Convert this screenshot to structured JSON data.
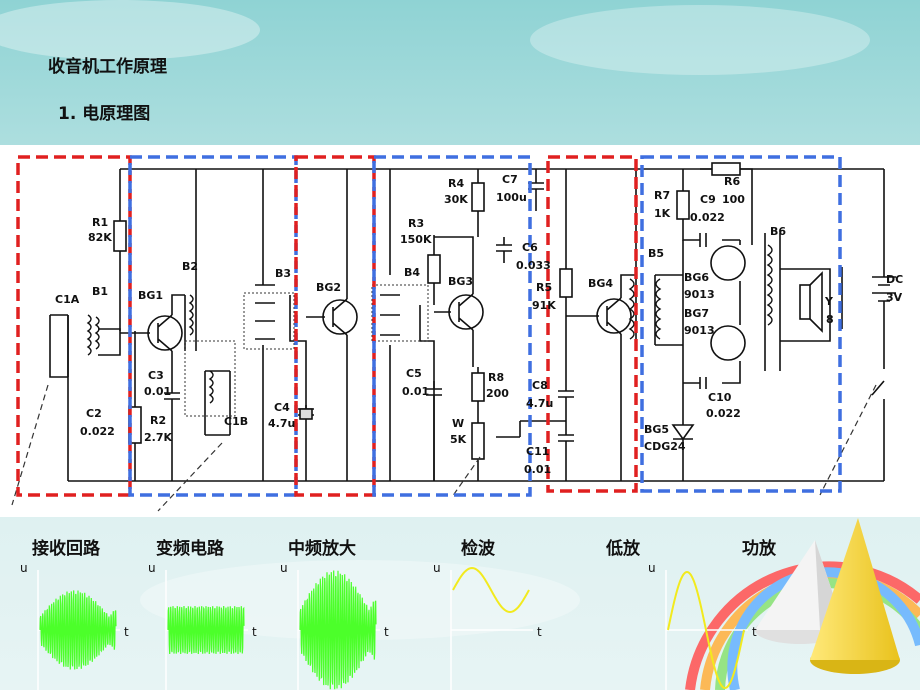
{
  "slide": {
    "title": "收音机工作原理",
    "subtitle": "1. 电原理图"
  },
  "colors": {
    "frame_red": "#e02020",
    "frame_blue": "#3f6fe0",
    "wave_green": "#4cff2a",
    "wave_yellow": "#f2ea1e",
    "background": "#cfe9ea"
  },
  "circuit": {
    "transistors": [
      "BG1",
      "BG2",
      "BG3",
      "BG4",
      "BG6",
      "BG7"
    ],
    "transistor_types": {
      "bg6": "9013",
      "bg7": "9013"
    },
    "coils": {
      "b1": "B1",
      "b2": "B2",
      "b3": "B3",
      "b4": "B4",
      "b5": "B5",
      "b6": "B6"
    },
    "caps": {
      "c1a": "C1A",
      "c1b": "C1B",
      "c2": "C2",
      "c2_val": "0.022",
      "c3": "C3",
      "c3_val": "0.01",
      "c4": "C4",
      "c4_val": "4.7u",
      "c5": "C5",
      "c5_val": "0.01",
      "c6": "C6",
      "c6_val": "0.033",
      "c7": "C7",
      "c7_val": "100u",
      "c8": "C8",
      "c8_val": "4.7u",
      "c9": "C9",
      "c9_val": "0.022",
      "c10": "C10",
      "c10_val": "0.022",
      "c11": "C11",
      "c11_val": "0.01"
    },
    "resistors": {
      "r1": "R1",
      "r1_val": "82K",
      "r2": "R2",
      "r2_val": "2.7K",
      "r3": "R3",
      "r3_val": "150K",
      "r4": "R4",
      "r4_val": "30K",
      "r5": "R5",
      "r5_val": "91K",
      "r6": "R6",
      "r6_val": "100",
      "r7": "R7",
      "r7_val": "1K",
      "r8": "R8",
      "r8_val": "200"
    },
    "pot": {
      "name": "W",
      "value": "5K"
    },
    "diode": {
      "name": "BG5",
      "type": "CDG24"
    },
    "speaker": {
      "name": "Y",
      "value": "8"
    },
    "battery": {
      "name": "DC",
      "value": "3V"
    }
  },
  "stages": [
    {
      "label": "接收回路",
      "wave": "am"
    },
    {
      "label": "变频电路",
      "wave": "mixed"
    },
    {
      "label": "中频放大",
      "wave": "am_large"
    },
    {
      "label": "检波",
      "wave": "audio"
    },
    {
      "label": "低放",
      "wave": "none"
    },
    {
      "label": "功放",
      "wave": "audio_large"
    }
  ],
  "axes": {
    "u": "u",
    "t": "t"
  }
}
